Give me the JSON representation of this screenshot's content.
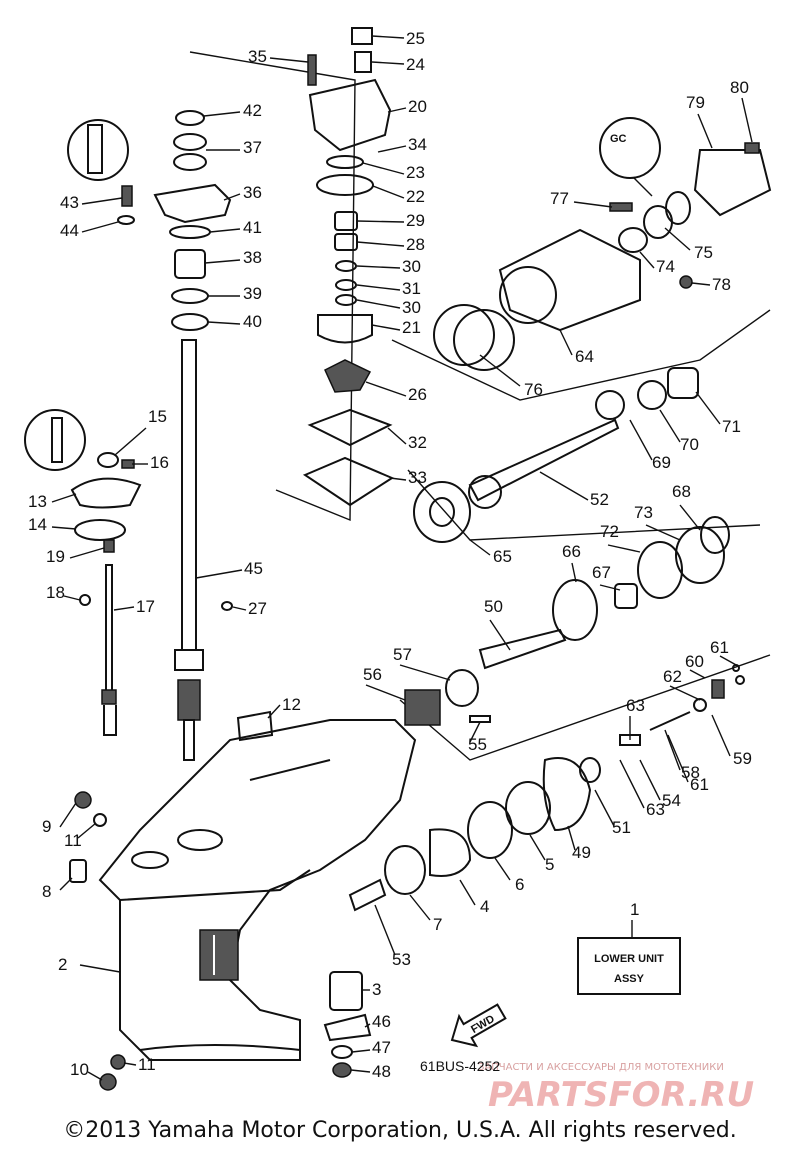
{
  "diagram": {
    "callouts": [
      "1",
      "2",
      "3",
      "4",
      "5",
      "6",
      "7",
      "8",
      "9",
      "10",
      "11",
      "11",
      "12",
      "13",
      "14",
      "15",
      "16",
      "17",
      "18",
      "19",
      "20",
      "21",
      "22",
      "23",
      "24",
      "25",
      "26",
      "27",
      "28",
      "29",
      "30",
      "30",
      "31",
      "32",
      "33",
      "34",
      "35",
      "36",
      "37",
      "38",
      "39",
      "40",
      "41",
      "42",
      "43",
      "44",
      "45",
      "46",
      "47",
      "48",
      "49",
      "50",
      "51",
      "52",
      "53",
      "54",
      "55",
      "56",
      "57",
      "58",
      "59",
      "60",
      "61",
      "61",
      "62",
      "63",
      "63",
      "64",
      "65",
      "66",
      "67",
      "68",
      "69",
      "70",
      "71",
      "72",
      "73",
      "74",
      "75",
      "76",
      "77",
      "78",
      "79",
      "80"
    ],
    "assembly_box": {
      "line1": "LOWER UNIT",
      "line2": "ASSY"
    },
    "fwd_label": "FWD",
    "diagram_code": "61BUS-4252",
    "inset_labels": {
      "gc": "GC"
    }
  },
  "watermark": {
    "caption": "ЗАПЧАСТИ И АКСЕССУАРЫ ДЛЯ МОТОТЕХНИКИ",
    "logo": "PARTSFOR.RU"
  },
  "footer": {
    "copyright": "©2013 Yamaha Motor Corporation, U.S.A. All rights reserved."
  }
}
